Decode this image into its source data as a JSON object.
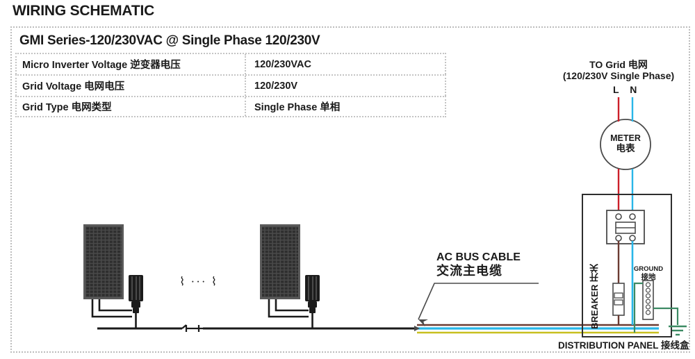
{
  "page": {
    "title": "WIRING SCHEMATIC"
  },
  "spec_table": {
    "heading": "GMI Series-120/230VAC @ Single Phase 120/230V",
    "rows": [
      {
        "key": "Micro Inverter Voltage 逆变器电压",
        "value": "120/230VAC"
      },
      {
        "key": "Grid  Voltage 电网电压",
        "value": "120/230V"
      },
      {
        "key": "Grid Type 电网类型",
        "value": "Single Phase 单相"
      }
    ]
  },
  "diagram": {
    "grid_label_line1": "TO Grid 电网",
    "grid_label_line2": "(120/230V Single Phase)",
    "line_terminal": "L",
    "neutral_terminal": "N",
    "ln_label": "L  N",
    "meter_en": "METER",
    "meter_cn": "电表",
    "ac_bus_en": "AC BUS CABLE",
    "ac_bus_cn": "交流主电缆",
    "breaker_label": "BREAKER 开关",
    "ground_en": "GROUND",
    "ground_cn": "接地",
    "distribution_panel": "DISTRIBUTION PANEL 接线盒",
    "break_symbol": "⌇ ··· ⌇"
  },
  "colors": {
    "line_red": "#cc1f2a",
    "neutral_cyan": "#29b6e8",
    "brown": "#6b3b32",
    "yellow_green": "#c8c020",
    "ground_green": "#3c8a63",
    "panel_dark": "#3a3a3a",
    "frame_grey": "#bdbdbd",
    "text_dark": "#1a1a1a"
  }
}
